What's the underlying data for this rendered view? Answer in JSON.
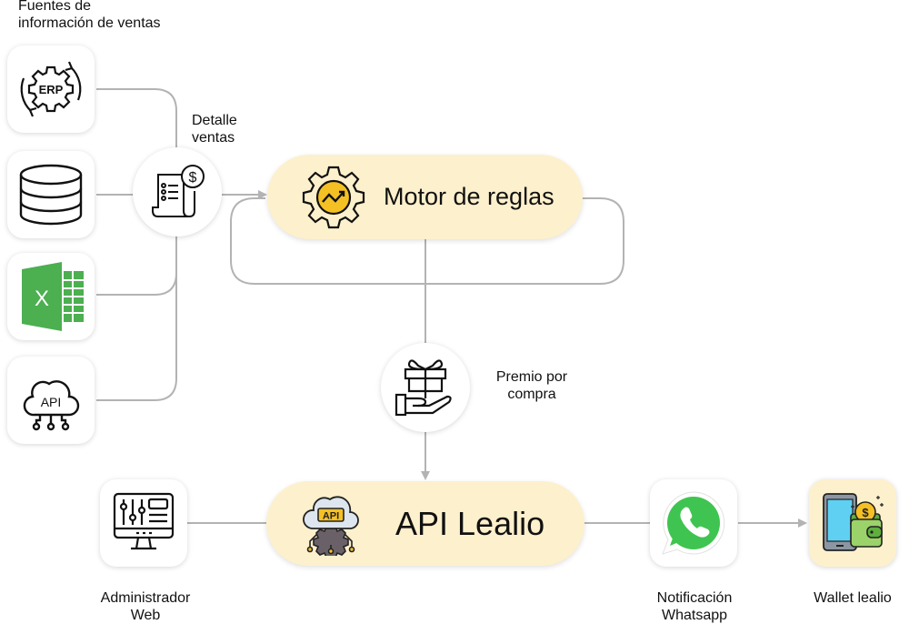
{
  "diagram": {
    "sources_title": "Fuentes de\ninformación de ventas",
    "sources": [
      {
        "id": "erp",
        "icon": "erp-gear-icon",
        "label": "ERP"
      },
      {
        "id": "database",
        "icon": "database-icon"
      },
      {
        "id": "excel",
        "icon": "excel-icon",
        "label": "X"
      },
      {
        "id": "api-cloud",
        "icon": "api-cloud-icon",
        "label": "API"
      }
    ],
    "detalle_ventas": {
      "label_line1": "Detalle",
      "label_line2": "ventas",
      "icon": "receipt-dollar-icon",
      "icon_text": "$"
    },
    "motor": {
      "title": "Motor de reglas",
      "icon": "gear-chart-icon"
    },
    "premio": {
      "label_line1": "Premio por",
      "label_line2": "compra",
      "icon": "gift-hand-icon"
    },
    "api_lealio": {
      "title": "API Lealio",
      "icon": "api-cloud-gear-icon",
      "icon_text": "API"
    },
    "admin": {
      "label_line1": "Administrador",
      "label_line2": "Web",
      "icon": "monitor-settings-icon"
    },
    "whatsapp": {
      "label_line1": "Notificación",
      "label_line2": "Whatsapp",
      "icon": "whatsapp-icon"
    },
    "wallet": {
      "label": "Wallet lealio",
      "icon": "wallet-phone-icon",
      "icon_text": "$"
    },
    "colors": {
      "pill_bg": "#fdf0cc",
      "connector": "#b3b3b3",
      "accent_yellow": "#f5c024",
      "excel_green": "#4caf50",
      "whatsapp_green": "#3fc451"
    }
  }
}
